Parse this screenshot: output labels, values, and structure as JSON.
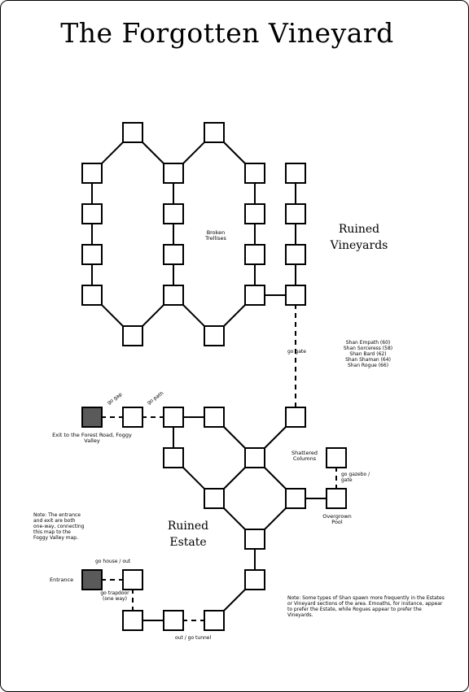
{
  "title": "The Forgotten Vineyard",
  "regions": {
    "vineyards": "Ruined Vineyards",
    "estate": "Ruined Estate"
  },
  "labels": {
    "broken_trellises": "Broken Trellises",
    "shattered_columns": "Shattered Columns",
    "overgrown_pool": "Overgrown Pool",
    "exit": "Exit to the Forest Road, Foggy Valley",
    "entrance": "Entrance",
    "go_gap": "go gap",
    "go_path": "go path",
    "go_gate": "go gate",
    "go_gazebo": "go gazebo / gate",
    "go_house": "go house / out",
    "go_trapdoor": "go trapdoor (one way)",
    "out_tunnel": "out / go tunnel"
  },
  "shan_list": [
    "Shan Empath (60)",
    "Shan Sorceress (58)",
    "Shan Bard (62)",
    "Shan Shaman (64)",
    "Shan Rogue (66)"
  ],
  "notes": {
    "entrance_note": "Note: The entrance and exit are both one-way, connecting this map to the Foggy Valley map.",
    "shan_note": "Note: Some types of Shan spawn more frequently in the Estates or Vineyard sections of the area. Emoaths, for instance, appear to prefer the Estate, while Rogues appear to prefer the Vineyards."
  },
  "colors": {
    "room_fill": "#ffffff",
    "special_room_fill": "#5a5a5a",
    "line": "#000000"
  }
}
